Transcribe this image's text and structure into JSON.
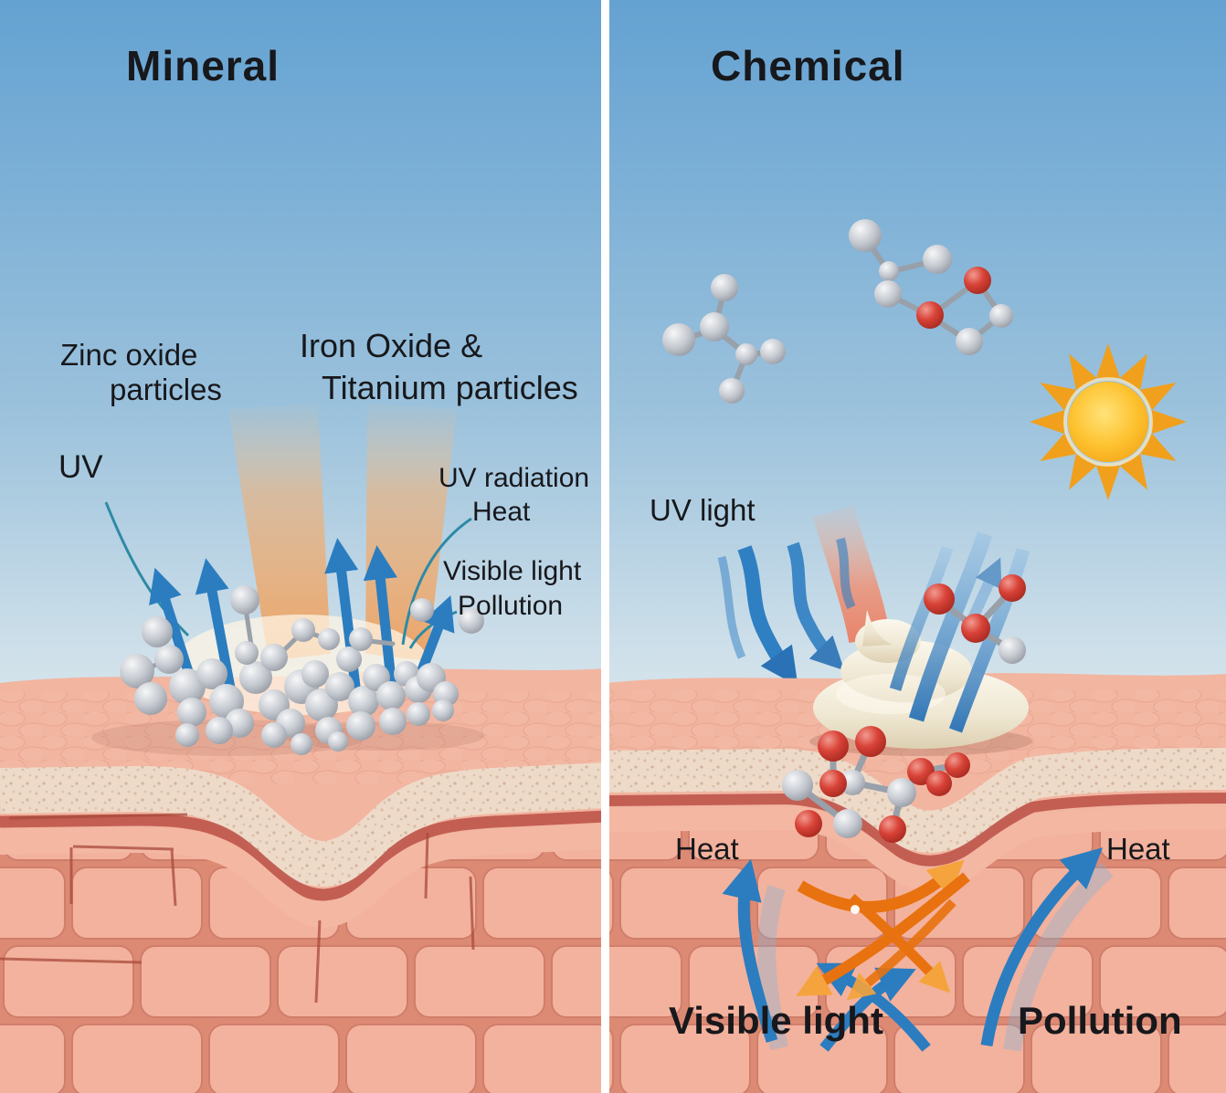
{
  "left_panel": {
    "title": "Mineral",
    "particle_label_line1": "Zinc oxide",
    "particle_label_line2": "particles",
    "oxide_label_line1": "Iron Oxide &",
    "oxide_label_line2": "Titanium particles",
    "uv_label": "UV",
    "uv_radiation_label": "UV radiation",
    "heat_label": "Heat",
    "visible_light_label": "Visible light",
    "pollution_label": "Pollution"
  },
  "right_panel": {
    "title": "Chemical",
    "uv_light_label": "UV light",
    "heat_label_left": "Heat",
    "heat_label_right": "Heat",
    "visible_light_label": "Visible light",
    "pollution_label": "Pollution"
  },
  "colors": {
    "sky_top": "#64a2d2",
    "sky_bottom": "#e7eef2",
    "skin": "#f2b5a0",
    "dermis_brick": "#f3b29d",
    "brick_gap": "#dd8a75",
    "red_layer": "#c05a4f",
    "uv_beam_orange": "#f0a763",
    "arrow_blue": "#2b7dc0",
    "arrow_orange": "#e8720f",
    "particle_gray": "#c6cad1",
    "molecule_red": "#d84237",
    "sun_core": "#fdc22f",
    "cream": "#efe7d2",
    "divider": "#ffffff",
    "text": "#17181c"
  }
}
